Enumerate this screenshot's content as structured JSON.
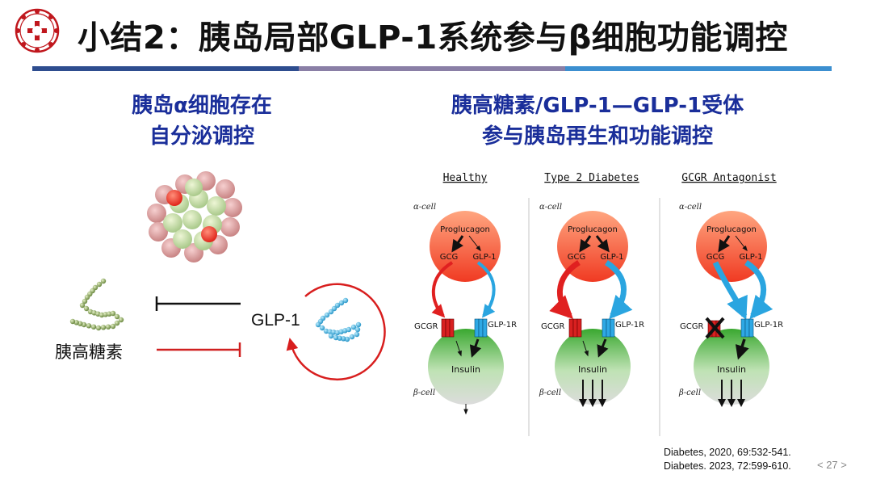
{
  "title": "小结2：胰岛局部GLP-1系统参与β细胞功能调控",
  "colors": {
    "bar_left": "#2e4d8f",
    "bar_mid": "#8a7fa6",
    "bar_right": "#3c8fd0",
    "subtitle": "#1a2e9a",
    "logo": "#c0171d"
  },
  "left": {
    "subtitle": [
      "胰岛α细胞存在",
      "自分泌调控"
    ],
    "glucagon_label": "胰高糖素",
    "glp1_label": "GLP-1"
  },
  "right": {
    "subtitle": [
      "胰高糖素/GLP-1—GLP-1受体",
      "参与胰岛再生和功能调控"
    ],
    "panels": [
      {
        "heading": "Healthy",
        "alpha": "α-cell",
        "beta": "β-cell",
        "proglucagon": "Proglucagon",
        "gcg": "GCG",
        "glp1": "GLP-1",
        "gcgr": "GCGR",
        "glp1r": "GLP-1R",
        "insulin": "Insulin"
      },
      {
        "heading": "Type 2 Diabetes",
        "alpha": "α-cell",
        "beta": "β-cell",
        "proglucagon": "Proglucagon",
        "gcg": "GCG",
        "glp1": "GLP-1",
        "gcgr": "GCGR",
        "glp1r": "GLP-1R",
        "insulin": "Insulin"
      },
      {
        "heading": "GCGR Antagonist",
        "alpha": "α-cell",
        "beta": "β-cell",
        "proglucagon": "Proglucagon",
        "gcg": "GCG",
        "glp1": "GLP-1",
        "gcgr": "GCGR",
        "glp1r": "GLP-1R",
        "insulin": "Insulin"
      }
    ]
  },
  "references": [
    "Diabetes, 2020, 69:532-541.",
    "Diabetes. 2023, 72:599-610."
  ],
  "page_number": "< 27 >"
}
